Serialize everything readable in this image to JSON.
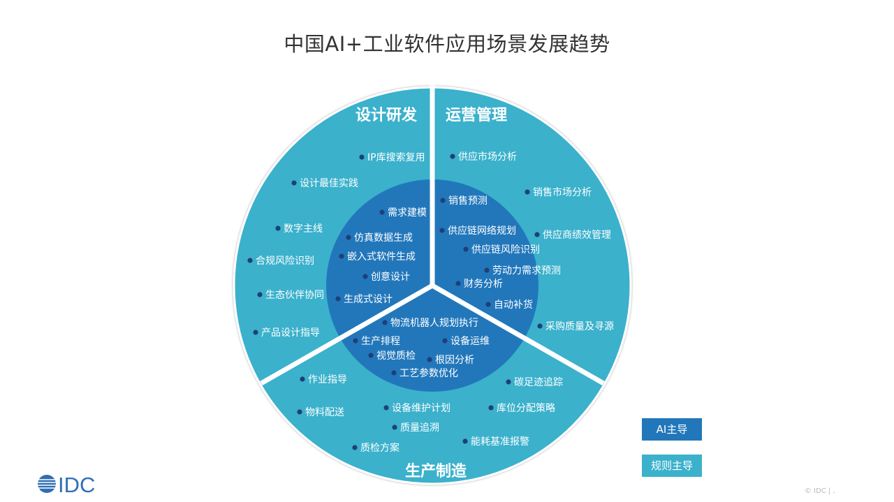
{
  "title": "中国AI+工业软件应用场景发展趋势",
  "colors": {
    "ai_led": "#2277bb",
    "rule_led": "#3bb1cc",
    "dot": "#1f3f78",
    "separator": "#ffffff"
  },
  "sectors": {
    "design": "设计研发",
    "operations": "运营管理",
    "production": "生产制造"
  },
  "items": {
    "design_outer": [
      "IP库搜索复用",
      "设计最佳实践",
      "数字主线",
      "合规风险识别",
      "生态伙伴协同",
      "产品设计指导"
    ],
    "design_inner": [
      "需求建模",
      "仿真数据生成",
      "嵌入式软件生成",
      "创意设计",
      "生成式设计"
    ],
    "operations_outer": [
      "供应市场分析",
      "销售市场分析",
      "供应商绩效管理",
      "采购质量及寻源"
    ],
    "operations_inner": [
      "销售预测",
      "供应链网络规划",
      "供应链风险识别",
      "劳动力需求预测",
      "财务分析",
      "自动补货"
    ],
    "production_inner": [
      "物流机器人规划执行",
      "生产排程",
      "设备运维",
      "视觉质检",
      "根因分析",
      "工艺参数优化"
    ],
    "production_outer": [
      "作业指导",
      "碳足迹追踪",
      "物料配送",
      "设备维护计划",
      "库位分配策略",
      "质量追溯",
      "能耗基准报警",
      "质检方案"
    ]
  },
  "legend": {
    "ai_led": "AI主导",
    "rule_led": "规则主导"
  },
  "logo_text": "IDC",
  "footer": "© IDC |    ,"
}
